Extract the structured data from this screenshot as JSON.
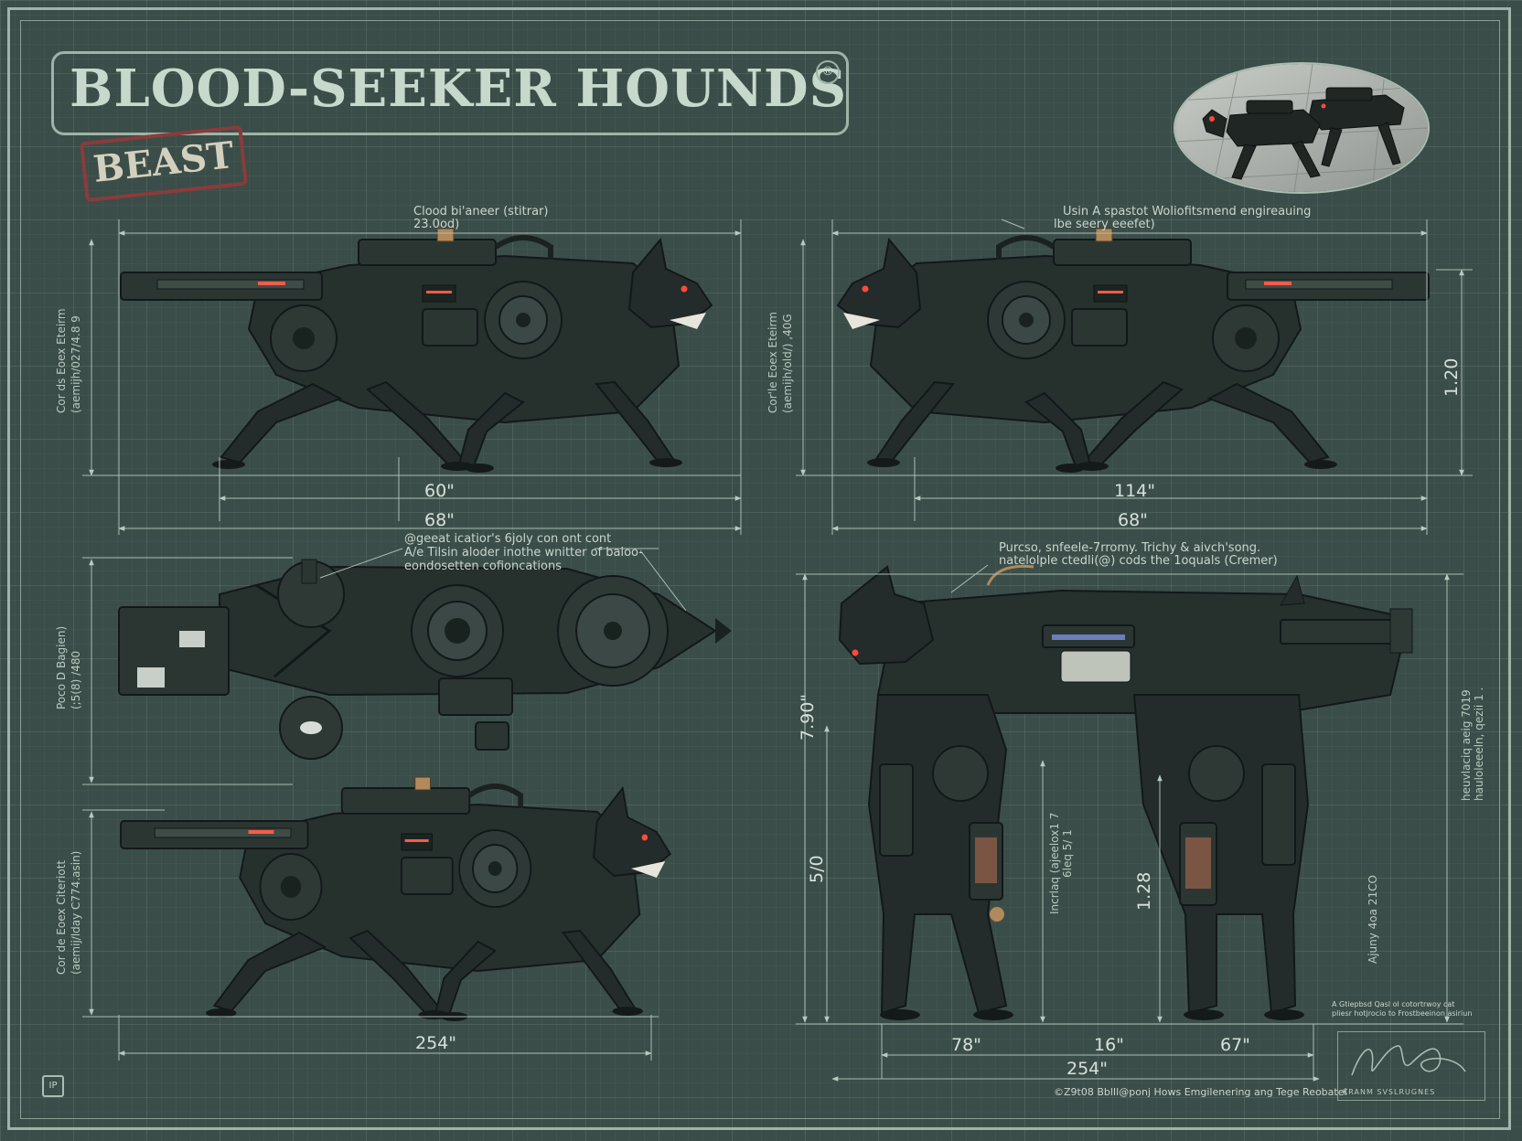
{
  "title": "BLOOD-SEEKER HOUNDS",
  "registered_mark": "®",
  "stamp": "BEAST",
  "stamp_color": "#8a3b3b",
  "notes": {
    "top_left_1": "Clood bi'aneer (stitrar)",
    "top_left_2": "23.0od)",
    "top_right_1": "Usin A spastot Woliofitsmend engireauing",
    "top_right_2": "lbe seery eeefet)",
    "mid_left_1": "@geeat icatior's 6joly con ont cont",
    "mid_left_2": "A/e Tilsin aloder inothe wnitter of baloo-",
    "mid_left_3": "eondosetten cofioncations",
    "mid_right_1": "Purcso, snfeele-7rromy. Trichy & aivch'song.",
    "mid_right_2": "natelolple ctedli(@) cods the 1oquals (Cremer)"
  },
  "side_labels": {
    "view1_a": "Cor ds Eoex Eteirm",
    "view1_b": "(aemijh/027/4.8 9",
    "view2_a": "Cor'le Eoex Eteirm",
    "view2_b": "(aemijh/old/) ,40G",
    "view3_a": "Poco D Bagien)",
    "view3_b": "(;5(8) /480",
    "view4_a": "Cor de Eoex Citeriott",
    "view4_b": "(aemij/lday C774.asin)",
    "view5_a": "heuvlaciq aeig 7019",
    "view5_b": "hauloleeeln, qezii 1 .",
    "view5_c": "Ajuny 4oa 21CO",
    "view5_d": "Incrlaq (ajeelox1 7",
    "view5_e": "6leq 5/ 1"
  },
  "dimensions": {
    "v1_inner": "60\"",
    "v1_outer": "68\"",
    "v2_inner": "114\"",
    "v2_outer": "68\"",
    "v2_height": "1.20",
    "v4_length": "254\"",
    "v5_height_total": "7.90\"",
    "v5_height_leg": "5/0",
    "v5_height_leg2": "1.28",
    "v5_w1": "78\"",
    "v5_w2": "16\"",
    "v5_w3": "67\"",
    "v5_total": "254\""
  },
  "footer": "©Z9t08 BblIl@ponj Hows Emgilenering ang Tege Reobatel",
  "logo_mark": "IP",
  "corner_note_1": "A Gtiepbsd Qasl ol  cotortrwoy cat",
  "corner_note_2": "pliesr hotjrocio to Frostbeeinon asiriun",
  "signature_caption": "KRANM SVSLRUGNES",
  "colors": {
    "background": "#3b4d48",
    "grid_line": "#aac3b9",
    "line": "#a9bdb2",
    "title_text": "#c7d8cc",
    "robot_dark": "#232c2a",
    "robot_mid": "#2e3936",
    "robot_hi": "#4a5955",
    "eye_red": "#ff4a3a",
    "accent_copper": "#b08a5a"
  }
}
